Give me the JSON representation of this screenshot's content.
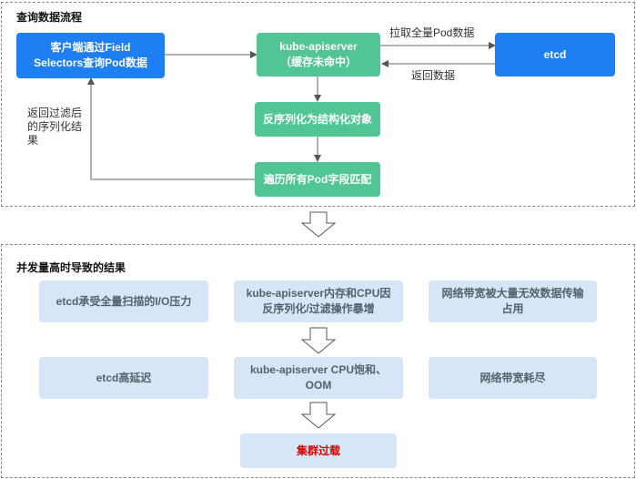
{
  "section1": {
    "title": "查询数据流程",
    "client_box": "客户端通过Field\nSelectors查询Pod数据",
    "apiserver_box": "kube-apiserver\n（缓存未命中）",
    "etcd_box": "etcd",
    "deserialize_box": "反序列化为结构化对象",
    "traverse_box": "遍历所有Pod字段匹配",
    "label_fetch": "拉取全量Pod数据",
    "label_return": "返回数据",
    "label_filtered": "返回过滤后\n的序列化结\n果"
  },
  "section2": {
    "title": "并发量高时导致的结果",
    "etcd_scan": "etcd承受全量扫描的I/O压力",
    "api_memory": "kube-apiserver内存和CPU因\n反序列化/过滤操作暴增",
    "bandwidth_occupied": "网络带宽被大量无效数据传输\n占用",
    "etcd_latency": "etcd高延迟",
    "api_saturation": "kube-apiserver CPU饱和、\nOOM",
    "bandwidth_exhausted": "网络带宽耗尽",
    "cluster_overload": "集群过载"
  },
  "colors": {
    "blue": "#1e7ff2",
    "green": "#52c594",
    "light_blue": "#d6e6f7",
    "alert_red": "#d40000"
  }
}
